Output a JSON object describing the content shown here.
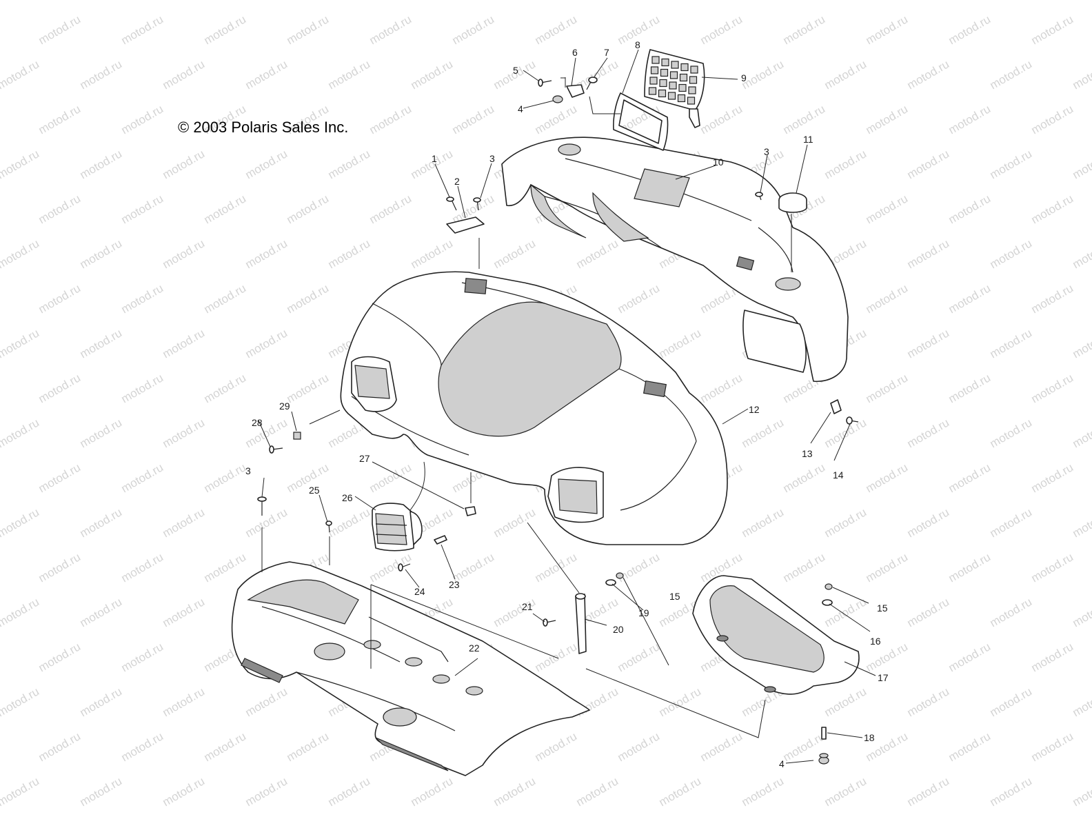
{
  "copyright": "© 2003 Polaris Sales Inc.",
  "watermark": "motod.ru",
  "colors": {
    "ink": "#222222",
    "watermark": "#d4d4d4",
    "background": "#ffffff"
  },
  "callouts": [
    {
      "id": "c1",
      "text": "1"
    },
    {
      "id": "c2",
      "text": "2"
    },
    {
      "id": "c3a",
      "text": "3"
    },
    {
      "id": "c3b",
      "text": "3"
    },
    {
      "id": "c3c",
      "text": "3"
    },
    {
      "id": "c4a",
      "text": "4"
    },
    {
      "id": "c4b",
      "text": "4"
    },
    {
      "id": "c5",
      "text": "5"
    },
    {
      "id": "c6",
      "text": "6"
    },
    {
      "id": "c7",
      "text": "7"
    },
    {
      "id": "c8",
      "text": "8"
    },
    {
      "id": "c9",
      "text": "9"
    },
    {
      "id": "c10",
      "text": "10"
    },
    {
      "id": "c11",
      "text": "11"
    },
    {
      "id": "c12",
      "text": "12"
    },
    {
      "id": "c13",
      "text": "13"
    },
    {
      "id": "c14",
      "text": "14"
    },
    {
      "id": "c15a",
      "text": "15"
    },
    {
      "id": "c15b",
      "text": "15"
    },
    {
      "id": "c16",
      "text": "16"
    },
    {
      "id": "c17",
      "text": "17"
    },
    {
      "id": "c18",
      "text": "18"
    },
    {
      "id": "c19",
      "text": "19"
    },
    {
      "id": "c20",
      "text": "20"
    },
    {
      "id": "c21",
      "text": "21"
    },
    {
      "id": "c22",
      "text": "22"
    },
    {
      "id": "c23",
      "text": "23"
    },
    {
      "id": "c24",
      "text": "24"
    },
    {
      "id": "c25",
      "text": "25"
    },
    {
      "id": "c26",
      "text": "26"
    },
    {
      "id": "c27",
      "text": "27"
    },
    {
      "id": "c28",
      "text": "28"
    },
    {
      "id": "c29",
      "text": "29"
    }
  ]
}
